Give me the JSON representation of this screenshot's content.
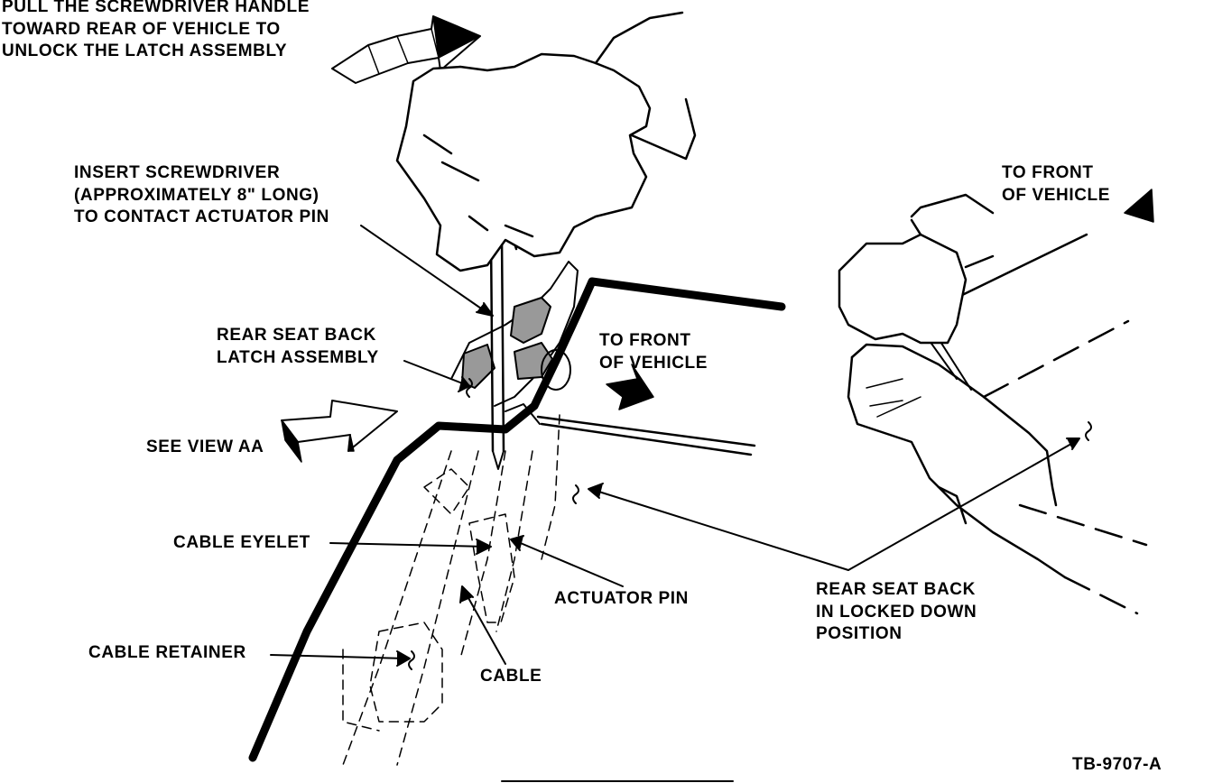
{
  "labels": {
    "pull_handle": [
      "PULL THE SCREWDRIVER HANDLE",
      "TOWARD REAR OF VEHICLE TO",
      "UNLOCK THE LATCH ASSEMBLY"
    ],
    "insert_screwdriver": [
      "INSERT SCREWDRIVER",
      "(APPROXIMATELY 8\" LONG)",
      "TO CONTACT ACTUATOR PIN"
    ],
    "latch_assembly": [
      "REAR SEAT BACK",
      "LATCH ASSEMBLY"
    ],
    "to_front_center": [
      "TO FRONT",
      "OF VEHICLE"
    ],
    "to_front_right": [
      "TO FRONT",
      "OF VEHICLE"
    ],
    "see_view": "SEE VIEW AA",
    "cable_eyelet": "CABLE EYELET",
    "actuator_pin": "ACTUATOR PIN",
    "cable_retainer": "CABLE RETAINER",
    "cable": "CABLE",
    "locked_down": [
      "REAR SEAT BACK",
      "IN LOCKED DOWN",
      "POSITION"
    ],
    "figure_id": "TB-9707-A"
  }
}
